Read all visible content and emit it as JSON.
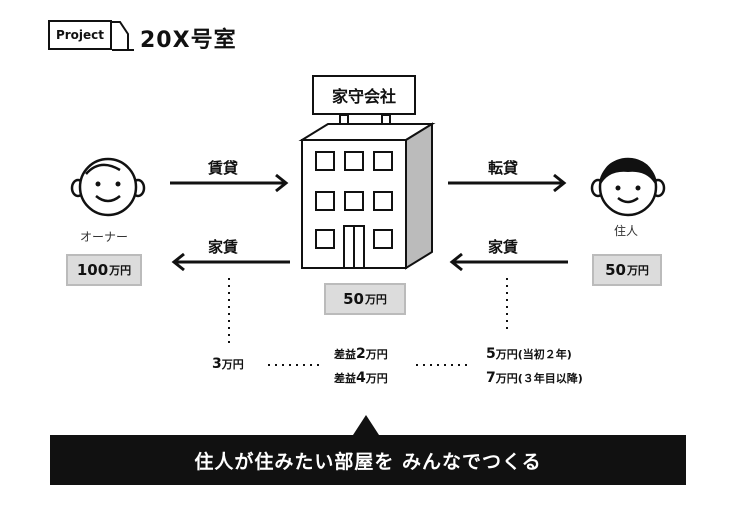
{
  "header": {
    "project_label": "Project",
    "room_title": "20X号室"
  },
  "building": {
    "sign": "家守会社",
    "amount_value": "50",
    "amount_unit": "万円"
  },
  "owner": {
    "label": "オーナー",
    "amount_value": "100",
    "amount_unit": "万円"
  },
  "resident": {
    "label": "住人",
    "amount_value": "50",
    "amount_unit": "万円"
  },
  "arrows": {
    "owner_to_building": "賃貸",
    "building_to_owner": "家賃",
    "building_to_resident": "転貸",
    "resident_to_building": "家賃"
  },
  "flows": {
    "owner_rent_value": "3",
    "owner_rent_unit": "万円",
    "margin_1_prefix": "差益",
    "margin_1_value": "2",
    "margin_1_unit": "万円",
    "margin_2_prefix": "差益",
    "margin_2_value": "4",
    "margin_2_unit": "万円",
    "resident_rent_1_value": "5",
    "resident_rent_1_unit": "万円",
    "resident_rent_1_note": "(当初２年)",
    "resident_rent_2_value": "7",
    "resident_rent_2_unit": "万円",
    "resident_rent_2_note": "(３年目以降)"
  },
  "banner": {
    "text": "住人が住みたい部屋を みんなでつくる"
  }
}
